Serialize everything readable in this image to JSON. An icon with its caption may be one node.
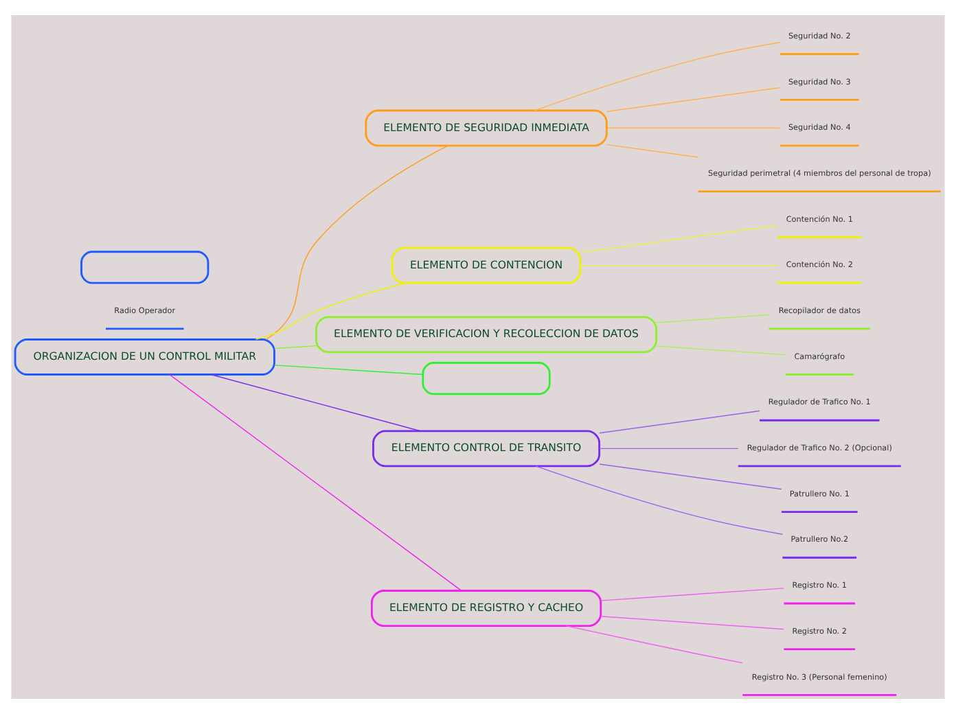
{
  "diagram": {
    "nodes": [
      {
        "text": [
          "ORGANIZACION DE UN CONTROL MILITAR"
        ]
      },
      {
        "text": [
          "ELEMENTO DE SEGURIDAD INMEDIATA"
        ]
      },
      {
        "text": [
          "Seguridad No. 2"
        ]
      },
      {
        "text": [
          "Seguridad No. 3"
        ]
      },
      {
        "text": [
          "Seguridad No. 4"
        ]
      },
      {
        "text": [
          "Seguridad perimetral (4 miembros del personal de tropa)"
        ]
      },
      {
        "text": [
          "ELEMENTO DE CONTENCION"
        ]
      },
      {
        "text": [
          "Contención No. 1"
        ]
      },
      {
        "text": [
          "Contención No. 2"
        ]
      },
      {
        "text": [
          "ELEMENTO DE VERIFICACION Y RECOLECCION DE DATOS"
        ]
      },
      {
        "text": [
          "Recopilador de datos"
        ]
      },
      {
        "text": [
          "Camarógrafo"
        ]
      },
      {
        "text": [],
        "shape": "box"
      },
      {
        "text": [
          "ELEMENTO CONTROL DE TRANSITO"
        ]
      },
      {
        "text": [
          "Regulador de Trafico No. 1"
        ]
      },
      {
        "text": [
          "Regulador de Trafico No. 2 (Opcional)"
        ]
      },
      {
        "text": [
          "Patrullero No. 1"
        ]
      },
      {
        "text": [
          "Patrullero No.2"
        ]
      },
      {
        "text": [
          "ELEMENTO DE REGISTRO Y CACHEO"
        ]
      },
      {
        "text": [
          "Registro No. 1"
        ]
      },
      {
        "text": [
          "Registro No. 2"
        ]
      },
      {
        "text": [
          "Registro No. 3 (Personal femenino)"
        ]
      },
      {
        "text": [
          "Radio Operador"
        ]
      },
      {
        "text": [],
        "shape": "box"
      }
    ],
    "edges": [
      {
        "from": 0,
        "to": 1,
        "arrow": "none",
        "color": "#ff9c1a"
      },
      {
        "from": 1,
        "to": 2,
        "arrow": "none",
        "color": "#ffb050"
      },
      {
        "from": 1,
        "to": 3,
        "arrow": "none",
        "color": "#ffb050"
      },
      {
        "from": 1,
        "to": 4,
        "arrow": "none",
        "color": "#ffb050"
      },
      {
        "from": 1,
        "to": 5,
        "arrow": "none",
        "color": "#ffb050"
      },
      {
        "from": 0,
        "to": 6,
        "arrow": "none",
        "color": "#f0f000"
      },
      {
        "from": 6,
        "to": 7,
        "arrow": "none",
        "color": "#f0f040"
      },
      {
        "from": 6,
        "to": 8,
        "arrow": "none",
        "color": "#f0f040"
      },
      {
        "from": 0,
        "to": 9,
        "arrow": "none",
        "color": "#8ef02a"
      },
      {
        "from": 9,
        "to": 10,
        "arrow": "none",
        "color": "#a8f060"
      },
      {
        "from": 9,
        "to": 11,
        "arrow": "none",
        "color": "#a8f060"
      },
      {
        "from": 0,
        "to": 12,
        "arrow": "none",
        "color": "#33ee33"
      },
      {
        "from": 0,
        "to": 13,
        "arrow": "none",
        "color": "#7a2af0"
      },
      {
        "from": 13,
        "to": 14,
        "arrow": "none",
        "color": "#9a60f0"
      },
      {
        "from": 13,
        "to": 15,
        "arrow": "none",
        "color": "#9a60f0"
      },
      {
        "from": 13,
        "to": 16,
        "arrow": "none",
        "color": "#9a60f0"
      },
      {
        "from": 13,
        "to": 17,
        "arrow": "none",
        "color": "#9a60f0"
      },
      {
        "from": 0,
        "to": 18,
        "arrow": "none",
        "color": "#f020f0"
      },
      {
        "from": 18,
        "to": 19,
        "arrow": "none",
        "color": "#f060f0"
      },
      {
        "from": 18,
        "to": 20,
        "arrow": "none",
        "color": "#f060f0"
      },
      {
        "from": 18,
        "to": 21,
        "arrow": "none",
        "color": "#f060f0"
      }
    ]
  }
}
